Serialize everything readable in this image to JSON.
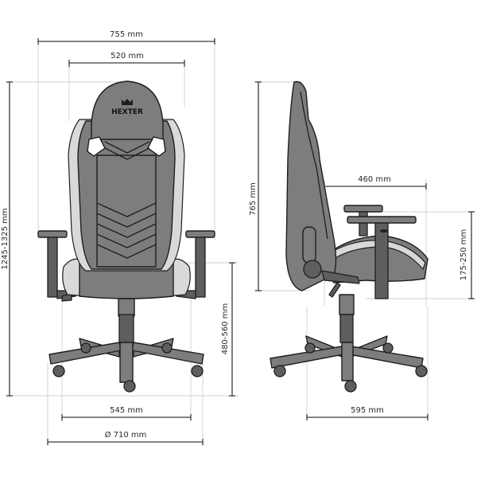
{
  "brand": {
    "logo_text": "HEXTER",
    "logo_icon": "crown-icon"
  },
  "colors": {
    "upholstery": "#7d7d7d",
    "trim": "#d9d9d9",
    "outline": "#1e1e1e",
    "dimension_line": "#3a3a3a",
    "guide_line": "#cfcfcf"
  },
  "front_view": {
    "dimensions": {
      "overall_width": "755 mm",
      "backrest_width": "520 mm",
      "overall_height": "1245-1325 mm",
      "seat_height": "480-560 mm",
      "armrest_spacing": "545 mm",
      "base_diameter": "Ø 710 mm"
    }
  },
  "side_view": {
    "dimensions": {
      "backrest_height": "765 mm",
      "seat_depth": "460 mm",
      "armrest_height": "175-250 mm",
      "base_depth": "595 mm"
    }
  }
}
